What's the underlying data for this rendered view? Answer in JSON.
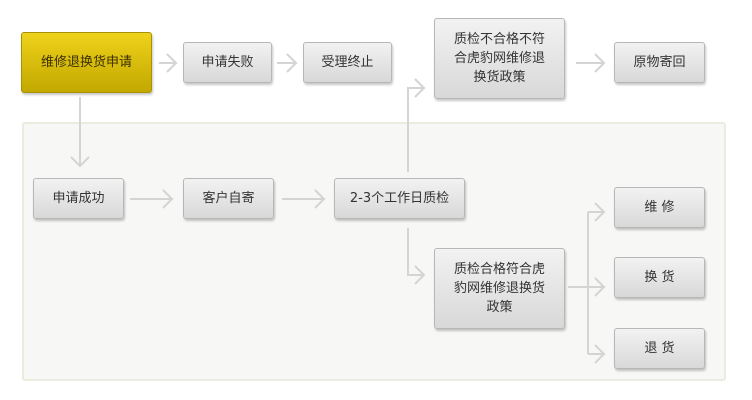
{
  "colors": {
    "start_fill": "#d9bf0b",
    "box_fill": "#e2e2e2",
    "arrow": "#d6d6d6",
    "panel": "#f7f7f5"
  },
  "nodes": {
    "start": "维修退换货申请",
    "apply_failed": "申请失败",
    "terminated": "受理终止",
    "qc_fail": [
      "质检不合格不符",
      "合虎豹网维修退",
      "换货政策"
    ],
    "return_original": "原物寄回",
    "apply_success": "申请成功",
    "customer_ship": "客户自寄",
    "qc_check": "2-3个工作日质检",
    "qc_pass": [
      "质检合格符合虎",
      "豹网维修退换货",
      "政策"
    ],
    "repair": "维 修",
    "exchange": "换 货",
    "refund": "退 货"
  }
}
